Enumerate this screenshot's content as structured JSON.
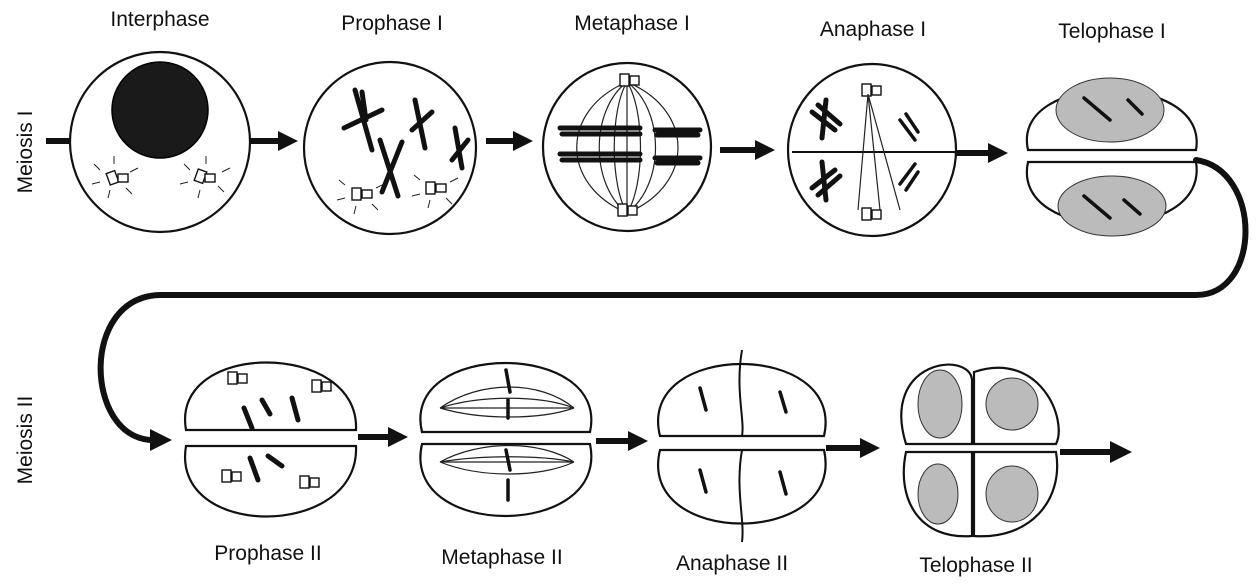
{
  "groups": {
    "meiosis_one": "Meiosis I",
    "meiosis_two": "Meiosis II"
  },
  "stages_top": [
    {
      "label": "Interphase"
    },
    {
      "label": "Prophase I"
    },
    {
      "label": "Metaphase I"
    },
    {
      "label": "Anaphase I"
    },
    {
      "label": "Telophase I"
    }
  ],
  "stages_bottom": [
    {
      "label": "Prophase II"
    },
    {
      "label": "Metaphase II"
    },
    {
      "label": "Anaphase II"
    },
    {
      "label": "Telophase II"
    }
  ]
}
